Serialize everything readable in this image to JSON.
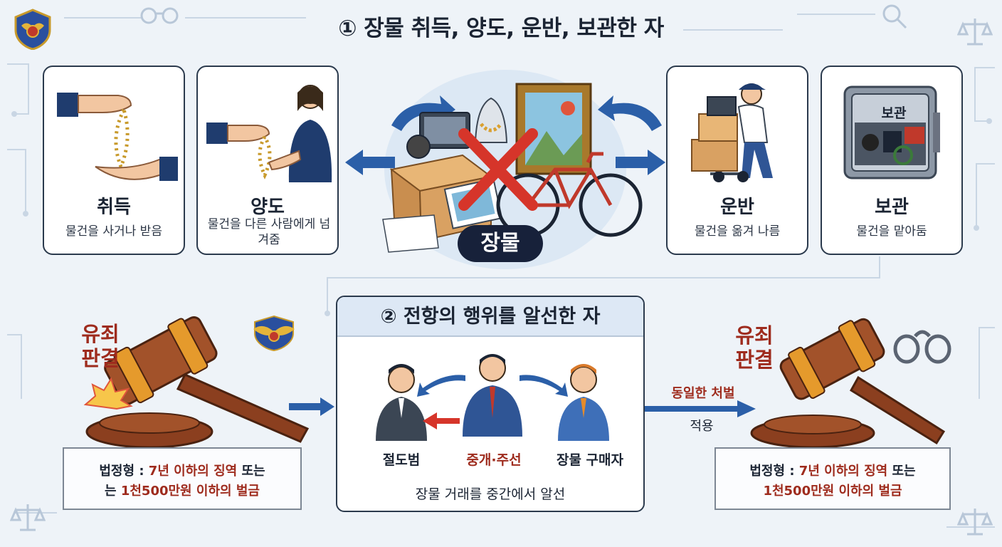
{
  "title": "① 장물 취득, 양도, 운반, 보관한 자",
  "center_badge": "장물",
  "actions": [
    {
      "key": "acquire",
      "label": "취득",
      "desc": "물건을 사거나 받음"
    },
    {
      "key": "transfer",
      "label": "양도",
      "desc": "물건을 다른 사람에게 넘겨줌"
    },
    {
      "key": "transport",
      "label": "운반",
      "desc": "물건을 옮겨 나름"
    },
    {
      "key": "store",
      "label": "보관",
      "desc": "물건을 맡아둠",
      "safe_text": "보관"
    }
  ],
  "section2": {
    "title": "② 전항의 행위를 알선한 자",
    "people": [
      "절도범",
      "중개·주선",
      "장물 구매자"
    ],
    "caption": "장물 거래를 중간에서 알선"
  },
  "verdict_left": {
    "line1": "유죄",
    "line2": "판결"
  },
  "verdict_right": {
    "line1": "유죄",
    "line2": "판결"
  },
  "same_penalty": {
    "line1": "동일한 처벌",
    "line2": "적용"
  },
  "penalty_left": {
    "prefix": "법정형 : ",
    "line1_red": "7년 이하의 징역",
    "line1_tail": " 또는",
    "line2_head": "는 ",
    "line2_red": "1천500만원 이하의 벌금"
  },
  "penalty_right": {
    "prefix": "법정형 : ",
    "line1_red": "7년 이하의 징역",
    "line1_tail": " 또는",
    "line2_red": "1천500만원 이하의 벌금"
  },
  "colors": {
    "accent": "#2b5fa8",
    "red": "#9e2b1d",
    "dark": "#17213a"
  }
}
